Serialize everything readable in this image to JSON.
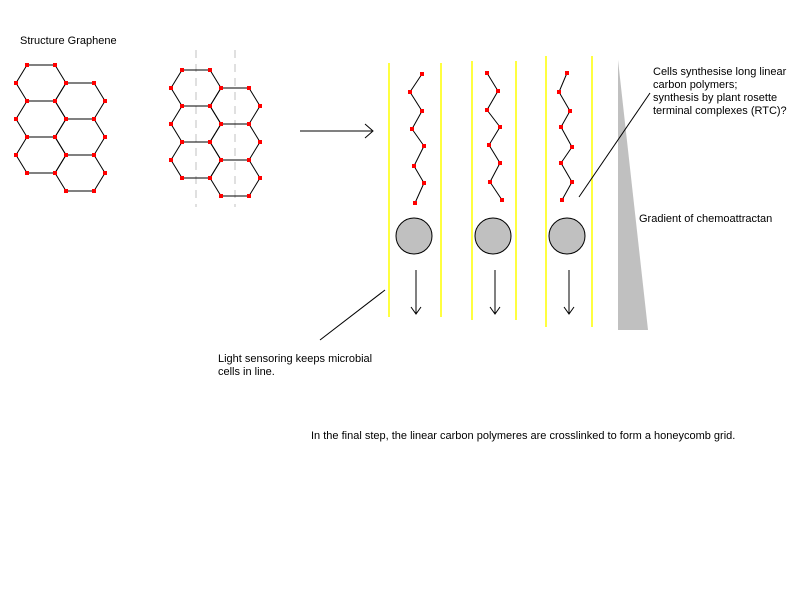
{
  "title": "Structure Graphene",
  "labels": {
    "cells_synthesise": "Cells synthesise long linear\ncarbon polymers;\nsynthesis by plant rosette\nterminal complexes (RTC)?",
    "gradient": "Gradient of chemoattractan",
    "light_sensoring": "Light sensoring keeps microbial\ncells in line.",
    "final_step": "In the final step, the linear carbon polymeres are crosslinked to form a honeycomb grid."
  },
  "colors": {
    "atom": "#ff0000",
    "lane": "#ffff00",
    "cell": "#c0c0c0",
    "gradient": "#c0c0c0",
    "dash": "#c0c0c0"
  }
}
